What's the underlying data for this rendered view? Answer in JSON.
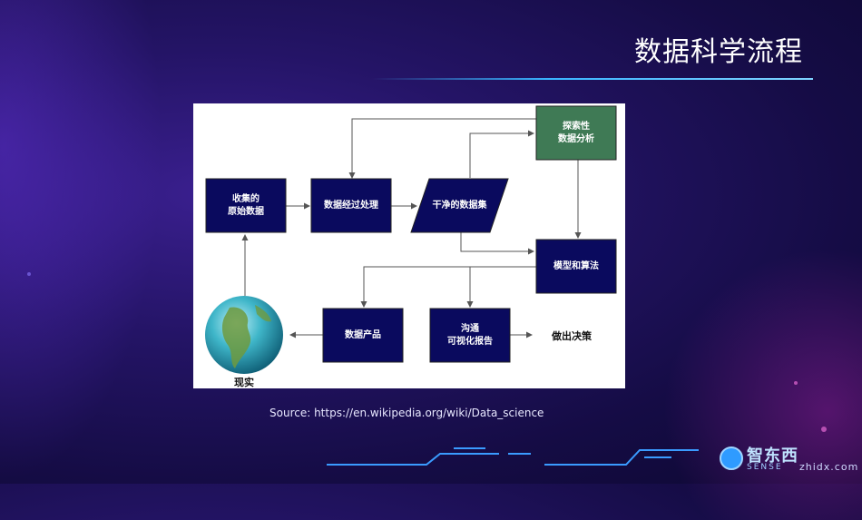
{
  "slide": {
    "title": "数据科学流程",
    "source": "Source: https://en.wikipedia.org/wiki/Data_science"
  },
  "diagram": {
    "nodes": {
      "raw": "收集的\n原始数据",
      "process": "数据经过处理",
      "clean": "干净的数据集",
      "eda": "探索性\n数据分析",
      "model": "模型和算法",
      "product": "数据产品",
      "communicate": "沟通\n可视化报告",
      "decide": "做出决策",
      "reality": "现实"
    },
    "colors": {
      "box": "#0a0a5e",
      "eda": "#3f7a55",
      "line": "#555555"
    }
  },
  "logo": {
    "name": "智东西",
    "sub": "SENSE",
    "domain": "zhidx.com"
  }
}
